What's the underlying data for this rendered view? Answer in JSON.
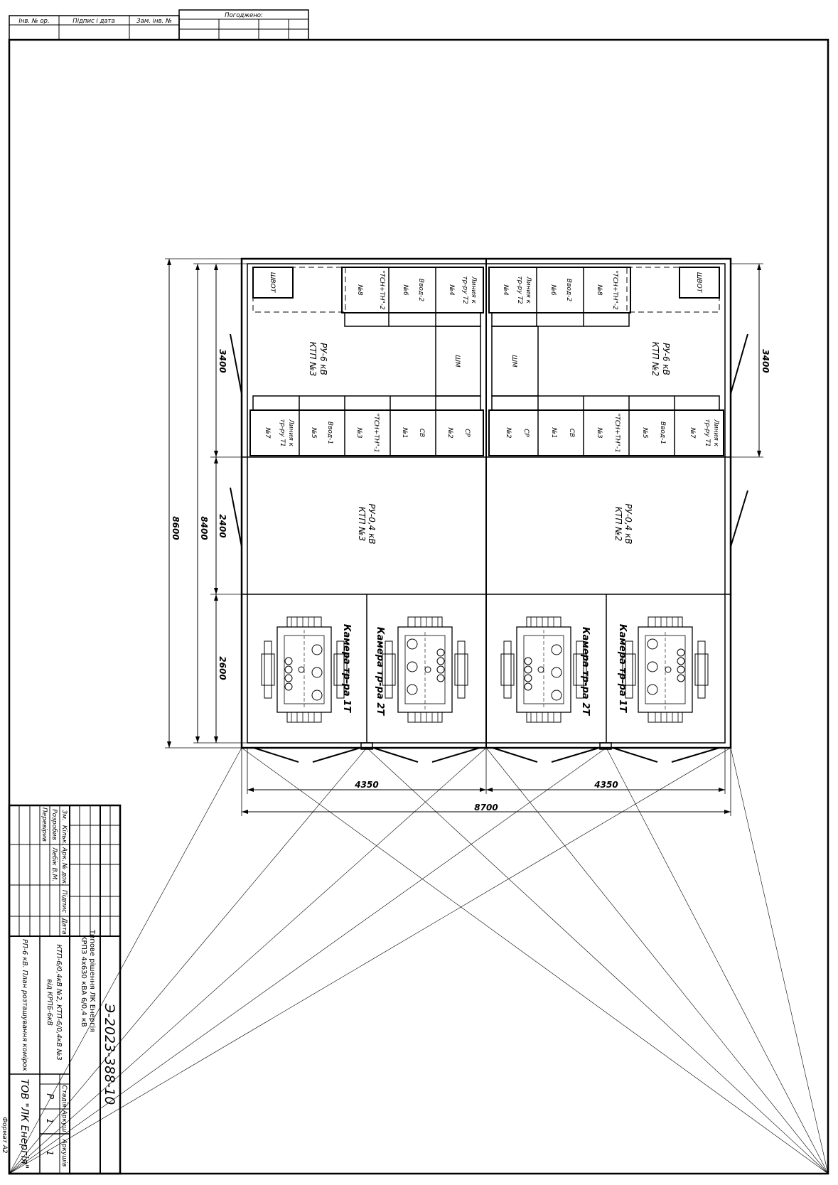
{
  "top_stamp": {
    "inv_no": "Інв. № ор.",
    "sign_date": "Підпис і дата",
    "replace_inv": "Зам. інв. №",
    "agreed": "Погоджено:"
  },
  "left_unit": {
    "shvot": "ШВОТ",
    "shm": "ШМ",
    "label_6kv_1": "РУ-6 кВ",
    "label_6kv_2": "КТП №3",
    "label_04kv_1": "РУ-0,4 кВ",
    "label_04kv_2": "КТП №3",
    "top_cells": [
      {
        "l1": "\"ТСН+ТН\"-2",
        "l2": "№8"
      },
      {
        "l1": "Ввод-2",
        "l2": "№6"
      },
      {
        "l1": "Линия к",
        "l2": "тр-ру Т2",
        "l3": "№4"
      }
    ],
    "bottom_cells": [
      {
        "l1": "Линия к",
        "l2": "тр-ру Т1",
        "l3": "№7"
      },
      {
        "l1": "Ввод-1",
        "l2": "№5"
      },
      {
        "l1": "\"ТСН+ТН\"-1",
        "l2": "№3"
      },
      {
        "l1": "СВ",
        "l2": "№1"
      },
      {
        "l1": "СР",
        "l2": "№2"
      }
    ],
    "chamber_1t": "Камера тр-ра 1Т",
    "chamber_2t": "Камера тр-ра 2Т"
  },
  "right_unit": {
    "shvot": "ШВОТ",
    "shm": "ШМ",
    "label_6kv_1": "РУ-6 кВ",
    "label_6kv_2": "КТП №2",
    "label_04kv_1": "РУ-0,4 кВ",
    "label_04kv_2": "КТП №2",
    "top_cells": [
      {
        "l1": "Линия к",
        "l2": "тр-ру Т2",
        "l3": "№4"
      },
      {
        "l1": "Ввод-2",
        "l2": "№6"
      },
      {
        "l1": "\"ТСН+ТН\"-2",
        "l2": "№8"
      }
    ],
    "bottom_cells": [
      {
        "l1": "СР",
        "l2": "№2"
      },
      {
        "l1": "СВ",
        "l2": "№1"
      },
      {
        "l1": "\"ТСН+ТН\"-1",
        "l2": "№3"
      },
      {
        "l1": "Ввод-1",
        "l2": "№5"
      },
      {
        "l1": "Линия к",
        "l2": "тр-ру Т1",
        "l3": "№7"
      }
    ],
    "chamber_2t": "Камера тр-ра 2Т",
    "chamber_1t": "Камера тр-ра 1Т"
  },
  "dimensions": {
    "total_height": "8600",
    "inner_height": "8400",
    "d3400_left": "3400",
    "d2400": "2400",
    "d2600": "2600",
    "d3400_right": "3400",
    "half_width_left": "4350",
    "half_width_right": "4350",
    "total_width": "8700"
  },
  "title_block": {
    "change": "Зм.",
    "qty": "Кільк.",
    "sheet": "Арк.",
    "doc_no": "№ док.",
    "signature": "Підпис",
    "date": "Дата",
    "developed": "Розробив",
    "checked": "Перевірив",
    "developer_name": "Лебік В.М.",
    "doc_code": "Э-2023-388-10",
    "project_1": "Типове рішення ЛК Енергія",
    "project_2": "КРПЗ 4х630 кВА 6/0,4 кВ",
    "object_1": "КТП-6/0,4кВ №2, КТП-6/0,4кВ №3",
    "object_2": "від КРПБ-6кВ",
    "sheet_title": "РП-6 кВ. План розташування комірок",
    "stage_h": "Стадія",
    "sheet_h": "Аркуш",
    "sheets_h": "Аркушів",
    "stage": "Р",
    "sheet_no": "1",
    "sheets_total": "1",
    "company": "ТОВ \"ЛК Енергія\""
  },
  "format": "Формат А2"
}
